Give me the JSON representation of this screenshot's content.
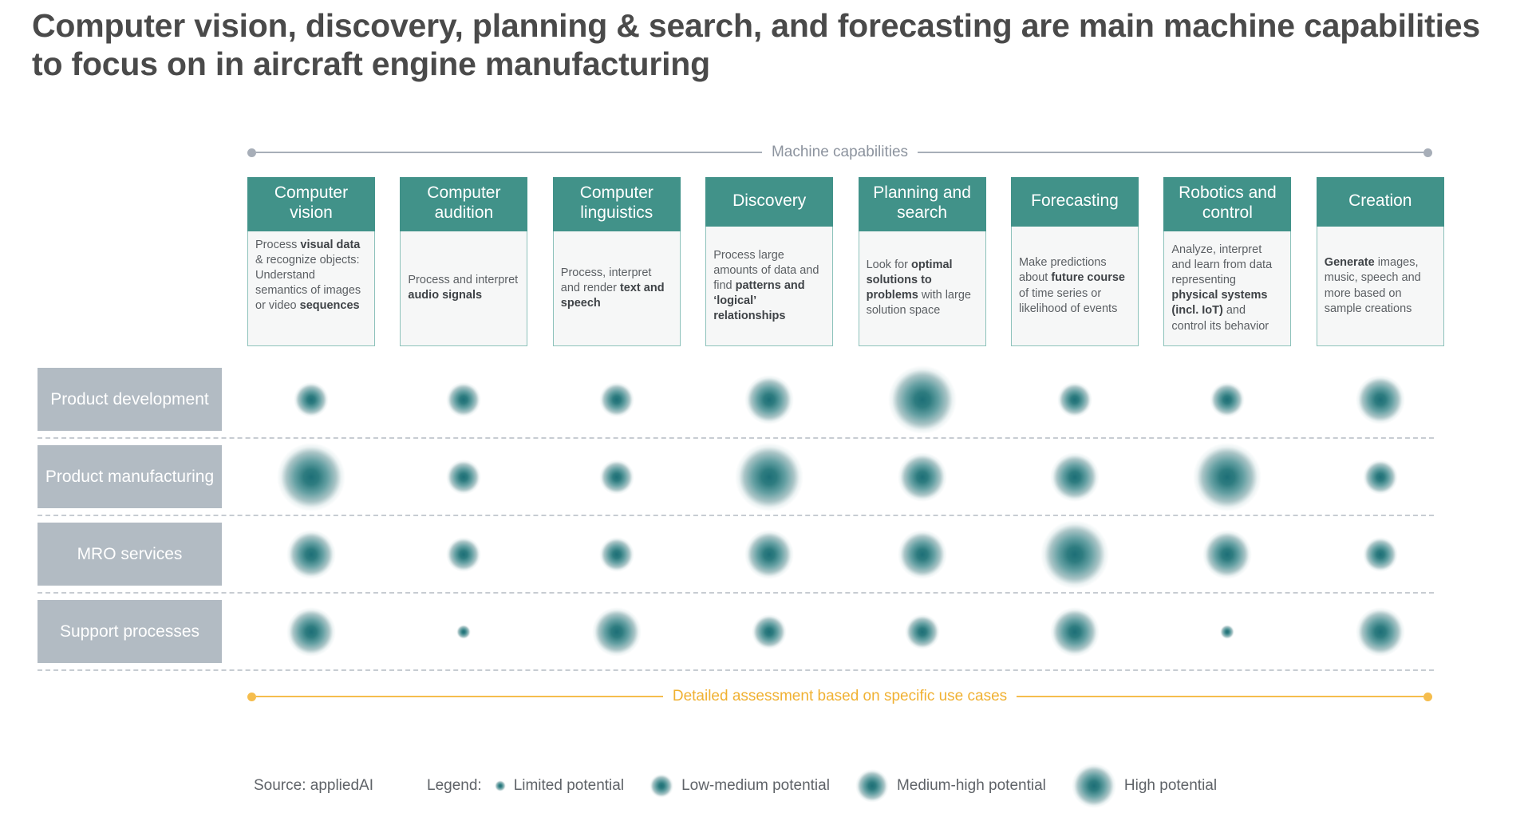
{
  "title": "Computer vision, discovery, planning & search, and forecasting are main machine capabilities to focus on in aircraft engine manufacturing",
  "colors": {
    "teal_header": "#419289",
    "card_border": "#8dc2bb",
    "card_body_bg": "#f6f7f7",
    "row_label_bg": "#b2bbc3",
    "rail_top": "#a7aeb8",
    "rail_bottom": "#f0b132",
    "bubble_core": "#1d6f77",
    "title_text": "#4a4a4a"
  },
  "rails": {
    "top_label": "Machine capabilities",
    "bottom_label": "Detailed assessment based on specific use cases"
  },
  "capabilities": [
    {
      "title": "Computer vision",
      "description_html": "Process <b>visual data</b> &amp; recognize objects: Understand semantics of images or video <b>sequences</b>",
      "description_text": "Process visual data & recognize objects: Understand semantics of images or video sequences"
    },
    {
      "title": "Computer audition",
      "description_html": "Process and interpret <b>audio signals</b>",
      "description_text": "Process and interpret audio signals"
    },
    {
      "title": "Computer linguistics",
      "description_html": "Process, interpret and render <b>text and speech</b>",
      "description_text": "Process, interpret and render text and speech"
    },
    {
      "title": "Discovery",
      "description_html": "Process large amounts of data and find <b>patterns and &lsquo;logical&rsquo; relationships</b>",
      "description_text": "Process large amounts of data and find patterns and 'logical' relationships"
    },
    {
      "title": "Planning and search",
      "description_html": "Look for <b>optimal solutions to problems</b> with large solution space",
      "description_text": "Look for optimal solutions to problems with large solution space"
    },
    {
      "title": "Forecasting",
      "description_html": "Make predictions about <b>future course</b> of time series or likelihood of events",
      "description_text": "Make predictions about future course of time series or likelihood of events"
    },
    {
      "title": "Robotics and control",
      "description_html": "Analyze, interpret and learn from data representing <b>physical systems (incl. IoT)</b> and control its behavior",
      "description_text": "Analyze, interpret and learn from data representing physical systems (incl. IoT) and control its behavior"
    },
    {
      "title": "Creation",
      "description_html": "<b>Generate</b> images, music, speech and more based on sample creations",
      "description_text": "Generate images, music, speech and more based on sample creations"
    }
  ],
  "rows": [
    {
      "label": "Product development"
    },
    {
      "label": "Product manufacturing"
    },
    {
      "label": "MRO services"
    },
    {
      "label": "Support processes"
    }
  ],
  "legend": {
    "source": "Source: appliedAI",
    "title": "Legend:",
    "items": [
      {
        "label": "Limited potential",
        "size": 14
      },
      {
        "label": "Low-medium potential",
        "size": 30
      },
      {
        "label": "Medium-high potential",
        "size": 42
      },
      {
        "label": "High potential",
        "size": 56
      }
    ]
  },
  "chart_data": {
    "type": "heatmap",
    "title": "Machine capability potential per value-chain area in aircraft engine manufacturing",
    "xlabel": "Machine capabilities",
    "ylabel": "",
    "legend_position": "bottom",
    "grid": false,
    "encoding": "bubble diameter encodes potential level",
    "scale": [
      {
        "level": "Limited potential",
        "value": 1
      },
      {
        "level": "Low-medium potential",
        "value": 2
      },
      {
        "level": "Medium-high potential",
        "value": 3
      },
      {
        "level": "High potential",
        "value": 4
      }
    ],
    "categories": [
      "Computer vision",
      "Computer audition",
      "Computer linguistics",
      "Discovery",
      "Planning and search",
      "Forecasting",
      "Robotics and control",
      "Creation"
    ],
    "series": [
      {
        "name": "Product development",
        "values": [
          2,
          2,
          2,
          3,
          4,
          2,
          2,
          3
        ]
      },
      {
        "name": "Product manufacturing",
        "values": [
          4,
          2,
          2,
          4,
          3,
          3,
          4,
          2
        ]
      },
      {
        "name": "MRO services",
        "values": [
          3,
          2,
          2,
          3,
          3,
          4,
          3,
          2
        ]
      },
      {
        "name": "Support processes",
        "values": [
          3,
          1,
          3,
          2,
          2,
          3,
          1,
          3
        ]
      }
    ]
  }
}
